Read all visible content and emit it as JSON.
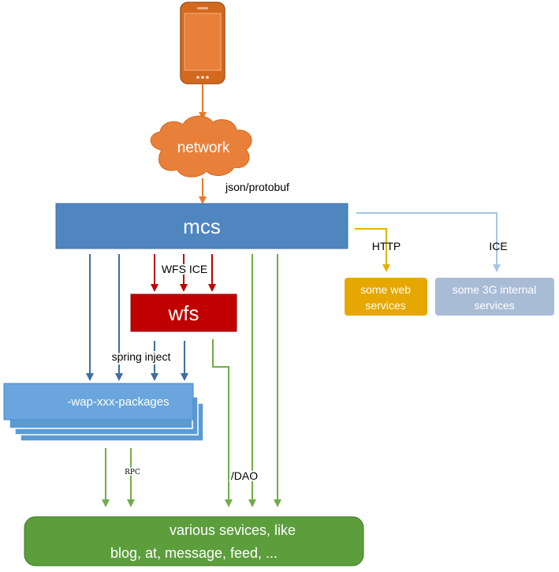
{
  "colors": {
    "phone": "#D2691E",
    "cloud": "#E8803A",
    "mcs": "#4F86C0",
    "wfs": "#C00000",
    "packages": "#5B9BD5",
    "web_services": "#E6A800",
    "internal_services": "#A9BCD6",
    "various_services": "#5C9D3C",
    "arrow_orange": "#E87B2A",
    "arrow_blue": "#3B6EA5",
    "arrow_red": "#C00000",
    "arrow_green": "#70AD47",
    "arrow_yellow": "#E6B100",
    "arrow_lightblue": "#A9C4E4"
  },
  "nodes": {
    "phone": {
      "icon": "smartphone-icon"
    },
    "network": {
      "label": "network",
      "icon": "cloud-icon"
    },
    "mcs": {
      "label": "mcs"
    },
    "wfs": {
      "label": "wfs"
    },
    "packages": {
      "label": "-wap-xxx-packages"
    },
    "web_services": {
      "line1": "some web",
      "line2": "services"
    },
    "internal_services": {
      "line1": "some 3G internal",
      "line2": "services"
    },
    "various_services": {
      "line1": "various sevices, like",
      "line2": "blog, at, message, feed, ..."
    }
  },
  "edges": {
    "json_protobuf": "json/protobuf",
    "http": "HTTP",
    "ice": "ICE",
    "wfs_ice": "WFS ICE",
    "spring_inject": "spring inject",
    "rpc": "RPC",
    "dao": "/DAO"
  }
}
